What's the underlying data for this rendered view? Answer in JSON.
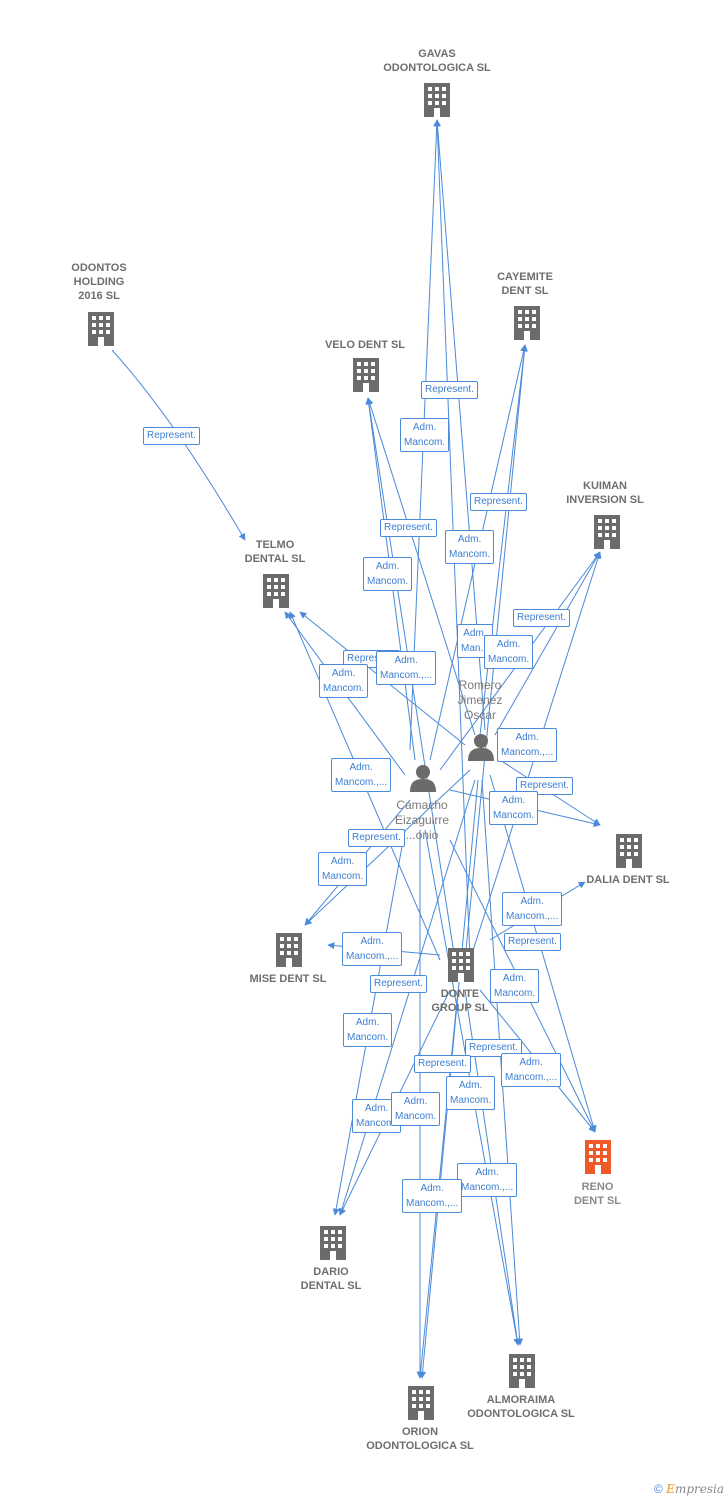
{
  "nodes": {
    "gavas": {
      "label": [
        "GAVAS",
        "ODONTOLOGICA SL"
      ]
    },
    "odontos": {
      "label": [
        "ODONTOS",
        "HOLDING",
        "2016 SL"
      ]
    },
    "cayemite": {
      "label": [
        "CAYEMITE",
        "DENT SL"
      ]
    },
    "velo": {
      "label": [
        "VELO DENT SL"
      ]
    },
    "kuiman": {
      "label": [
        "KUIMAN",
        "INVERSION SL"
      ]
    },
    "telmo": {
      "label": [
        "TELMO",
        "DENTAL SL"
      ]
    },
    "dalia": {
      "label": [
        "DALIA DENT SL"
      ]
    },
    "mise": {
      "label": [
        "MISE DENT SL"
      ]
    },
    "donte": {
      "label": [
        "DONTE",
        "GROUP SL"
      ]
    },
    "reno": {
      "label": [
        "RENO",
        "DENT SL"
      ]
    },
    "dario": {
      "label": [
        "DARIO",
        "DENTAL SL"
      ]
    },
    "almoraima": {
      "label": [
        "ALMORAIMA",
        "ODONTOLOGICA SL"
      ]
    },
    "orion": {
      "label": [
        "ORION",
        "ODONTOLOGICA SL"
      ]
    }
  },
  "persons": {
    "romero": {
      "label": [
        "Romero",
        "Jimenez",
        "Oscar"
      ]
    },
    "camacho": {
      "label": [
        "Camacho",
        "Eizaguirre",
        "...onio"
      ]
    }
  },
  "edge_labels": [
    {
      "id": "e1",
      "text": [
        "Represent."
      ]
    },
    {
      "id": "e2",
      "text": [
        "Represent."
      ]
    },
    {
      "id": "e3",
      "text": [
        "Adm.",
        "Mancom."
      ]
    },
    {
      "id": "e4",
      "text": [
        "Represent."
      ]
    },
    {
      "id": "e5",
      "text": [
        "Represent."
      ]
    },
    {
      "id": "e6",
      "text": [
        "Adm.",
        "Mancom."
      ]
    },
    {
      "id": "e7",
      "text": [
        "Adm.",
        "Mancom."
      ]
    },
    {
      "id": "e8",
      "text": [
        "Represent."
      ]
    },
    {
      "id": "e9",
      "text": [
        "Adm.",
        "Man..."
      ]
    },
    {
      "id": "e10",
      "text": [
        "Adm.",
        "Mancom."
      ]
    },
    {
      "id": "e11",
      "text": [
        "Represent."
      ]
    },
    {
      "id": "e12",
      "text": [
        "Adm.",
        "Mancom.,..."
      ]
    },
    {
      "id": "e13",
      "text": [
        "Adm.",
        "Mancom."
      ]
    },
    {
      "id": "e14",
      "text": [
        "Adm.",
        "Mancom.,..."
      ]
    },
    {
      "id": "e15",
      "text": [
        "Adm.",
        "Mancom.,..."
      ]
    },
    {
      "id": "e16",
      "text": [
        "Represent."
      ]
    },
    {
      "id": "e17",
      "text": [
        "Adm.",
        "Mancom."
      ]
    },
    {
      "id": "e18",
      "text": [
        "Represent."
      ]
    },
    {
      "id": "e19",
      "text": [
        "Adm.",
        "Mancom."
      ]
    },
    {
      "id": "e20",
      "text": [
        "Adm.",
        "Mancom.,..."
      ]
    },
    {
      "id": "e21",
      "text": [
        "Represent."
      ]
    },
    {
      "id": "e22",
      "text": [
        "Adm.",
        "Mancom.,..."
      ]
    },
    {
      "id": "e23",
      "text": [
        "Represent."
      ]
    },
    {
      "id": "e24",
      "text": [
        "Adm.",
        "Mancom."
      ]
    },
    {
      "id": "e25",
      "text": [
        "Adm.",
        "Mancom."
      ]
    },
    {
      "id": "e26",
      "text": [
        "Represent."
      ]
    },
    {
      "id": "e27",
      "text": [
        "Represent."
      ]
    },
    {
      "id": "e28",
      "text": [
        "Adm.",
        "Mancom.,..."
      ]
    },
    {
      "id": "e29",
      "text": [
        "Adm.",
        "Mancom."
      ]
    },
    {
      "id": "e30",
      "text": [
        "Adm.",
        "Mancom."
      ]
    },
    {
      "id": "e31",
      "text": [
        "Adm.",
        "Mancom."
      ]
    },
    {
      "id": "e32",
      "text": [
        "Adm.",
        "Mancom.,..."
      ]
    },
    {
      "id": "e33",
      "text": [
        "Adm.",
        "Mancom.,..."
      ]
    }
  ],
  "footer": {
    "copyright": "©",
    "brand_first": "E",
    "brand_rest": "mpresia"
  },
  "colors": {
    "edge": "#4a8ad8",
    "company": "#6b6b6b",
    "highlight": "#f05a28",
    "person": "#6b6b6b"
  }
}
